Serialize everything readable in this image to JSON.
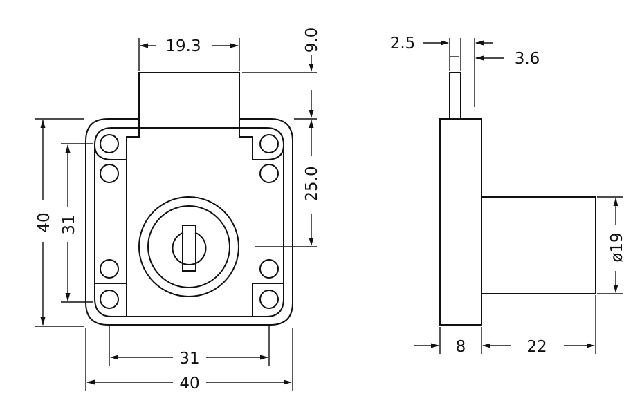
{
  "front_view": {
    "top_width": "19.3",
    "top_height": "9.0",
    "cam_offset": "25.0",
    "outer_height": "40",
    "inner_height": "31",
    "inner_width": "31",
    "outer_width": "40"
  },
  "side_view": {
    "bolt_thickness": "2.5",
    "bolt_offset": "3.6",
    "diameter": "ø19",
    "plate_thickness": "8",
    "body_length": "22"
  }
}
